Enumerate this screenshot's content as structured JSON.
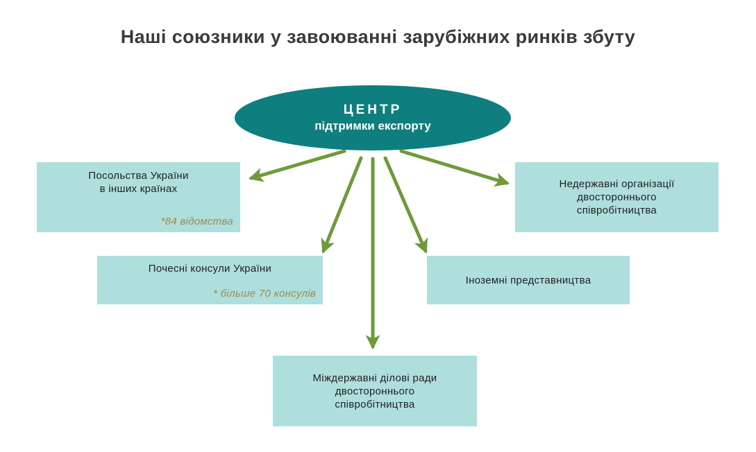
{
  "title": "Наші союзники у завоюванні зарубіжних ринків збуту",
  "center": {
    "line1": "ЦЕНТР",
    "line2": "підтримки експорту"
  },
  "nodes": {
    "embassies": {
      "text": "Посольства України\nв інших країнах",
      "note": "*84 відомства"
    },
    "consuls": {
      "text": "Почесні консули України",
      "note": "* більше 70 консулів"
    },
    "business_councils": {
      "text": "Міждержавні ділові ради\nдвостороннього\nспівробітництва"
    },
    "foreign_offices": {
      "text": "Іноземні представництва"
    },
    "ngos": {
      "text": "Недержавні організації\nдвостороннього\nспівробітництва"
    }
  },
  "colors": {
    "center_fill": "#0f7e7e",
    "box_fill": "#aedfdd",
    "arrow": "#6f9a3a",
    "note_text": "#9a8a52"
  }
}
